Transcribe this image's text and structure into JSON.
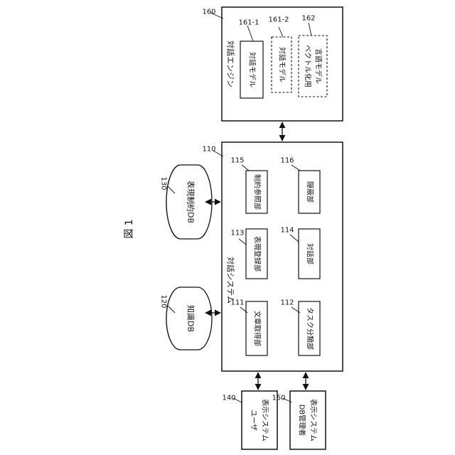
{
  "figure": {
    "label": "図 1"
  },
  "dialogue_engine": {
    "ref": "160",
    "title": "対話エンジン",
    "model_1": {
      "ref": "161-1",
      "label": "対話モデル"
    },
    "model_2": {
      "ref": "161-2",
      "label": "対話モデル"
    },
    "vector_model": {
      "ref": "162",
      "line1": "ベクトル化用",
      "line2": "言語モデル"
    }
  },
  "dialogue_system": {
    "ref": "110",
    "title": "対話システム",
    "units": [
      {
        "ref": "111",
        "label": "文章取得部"
      },
      {
        "ref": "112",
        "label": "タスク分類部"
      },
      {
        "ref": "113",
        "label": "表現登録部"
      },
      {
        "ref": "114",
        "label": "対話部"
      },
      {
        "ref": "115",
        "label": "制約参照部"
      },
      {
        "ref": "116",
        "label": "隠蔽部"
      }
    ]
  },
  "databases": {
    "knowledge": {
      "ref": "120",
      "label": "知識DB"
    },
    "expression_control": {
      "ref": "130",
      "label": "表現制約DB"
    }
  },
  "terminals": {
    "user": {
      "ref": "140",
      "line1": "ユーザ",
      "line2": "表示システム"
    },
    "admin": {
      "ref": "150",
      "line1": "DB管理者",
      "line2": "表示システム"
    }
  }
}
